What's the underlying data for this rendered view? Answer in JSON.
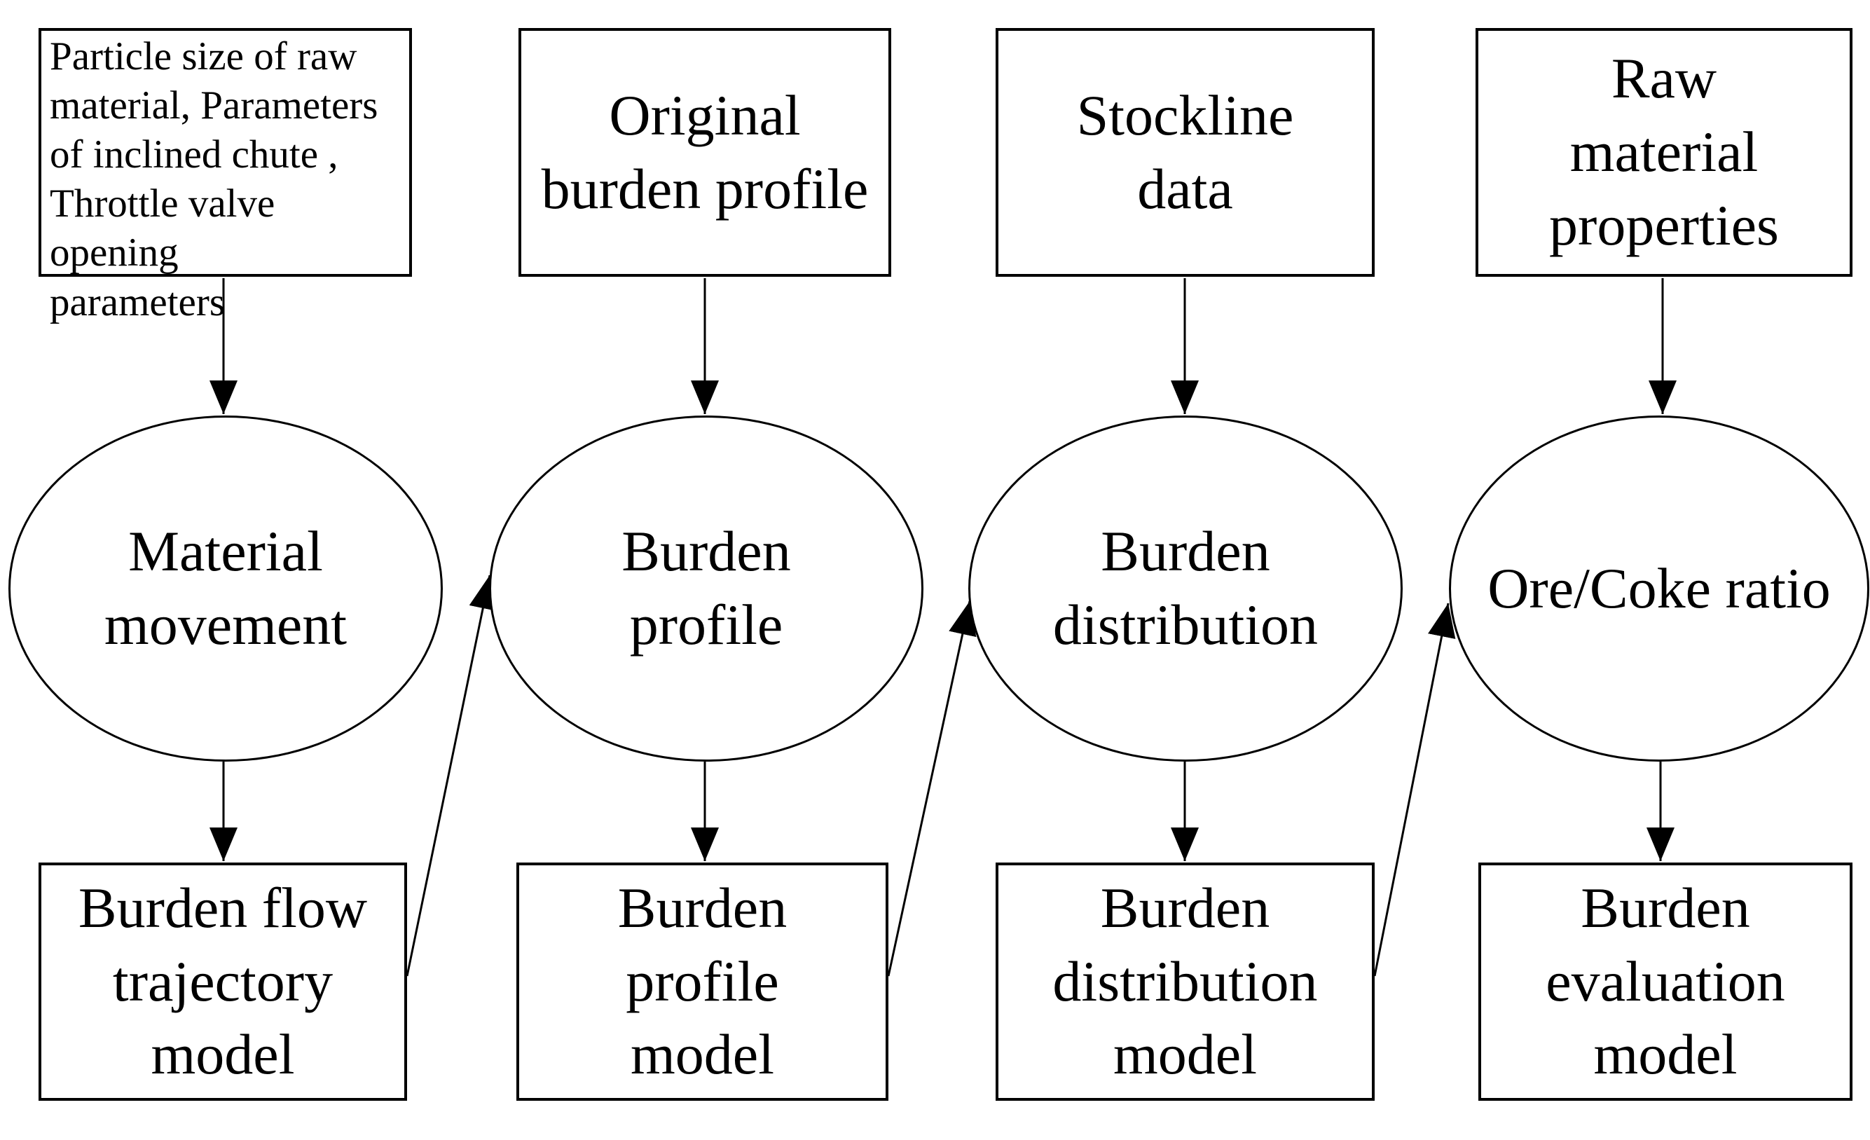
{
  "diagram": {
    "background": "#ffffff",
    "line_color": "#000000",
    "columns": [
      {
        "input": "Particle size of raw\nmaterial, Parameters\nof inclined chute ,\nThrottle valve opening\nparameters",
        "process": "Material\nmovement",
        "model": "Burden flow\ntrajectory\nmodel"
      },
      {
        "input": "Original\nburden profile",
        "process": "Burden\nprofile",
        "model": "Burden\nprofile\nmodel"
      },
      {
        "input": "Stockline\ndata",
        "process": "Burden\ndistribution",
        "model": "Burden\ndistribution\nmodel"
      },
      {
        "input": "Raw\nmaterial\nproperties",
        "process": "Ore/Coke ratio",
        "model": "Burden\nevaluation\nmodel"
      }
    ]
  }
}
